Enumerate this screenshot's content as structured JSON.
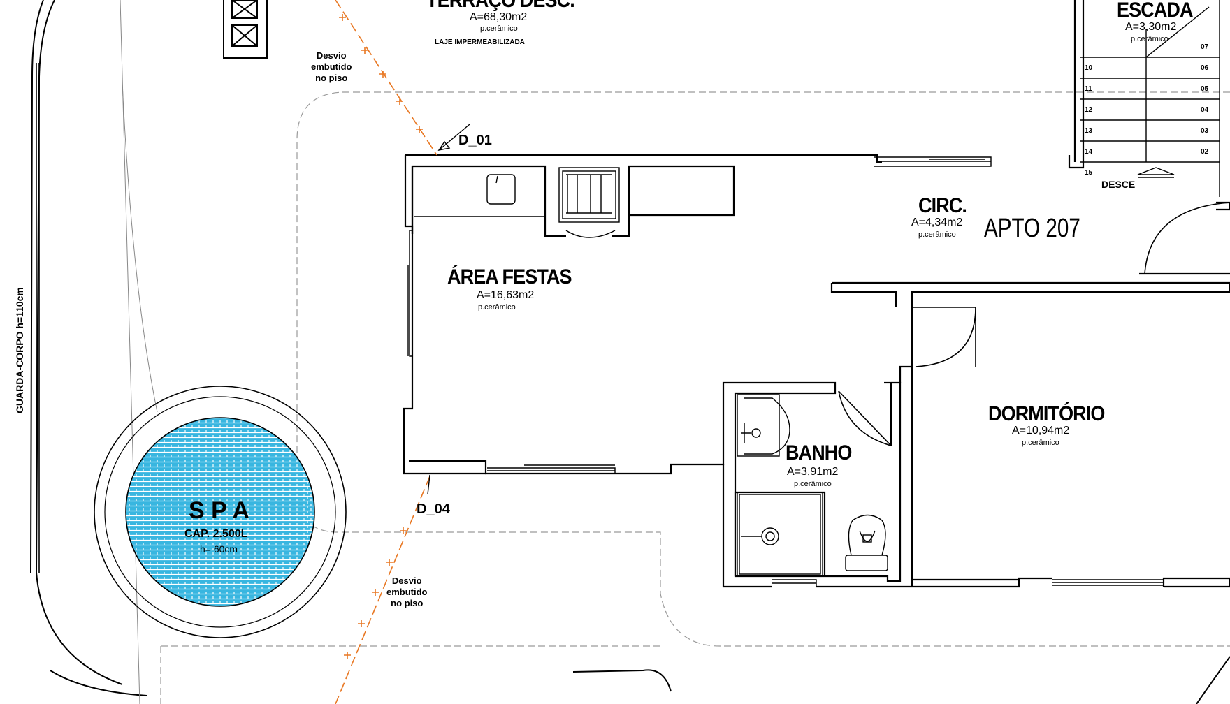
{
  "rooms": {
    "terrace": {
      "title": "TERRAÇO DESC.",
      "area": "A=68,30m2",
      "floor": "p.cerâmico",
      "note": "LAJE IMPERMEABILIZADA"
    },
    "stair": {
      "title": "ESCADA",
      "area": "A=3,30m2",
      "floor": "p.cerâmico",
      "direction": "DESCE",
      "steps_left": [
        "10",
        "11",
        "12",
        "13",
        "14",
        "15"
      ],
      "steps_right": [
        "07",
        "06",
        "05",
        "04",
        "03",
        "02"
      ]
    },
    "circ": {
      "title": "CIRC.",
      "area": "A=4,34m2",
      "floor": "p.cerâmico"
    },
    "apartment": {
      "label": "APTO 207"
    },
    "party": {
      "title": "ÁREA FESTAS",
      "area": "A=16,63m2",
      "floor": "p.cerâmico"
    },
    "bath": {
      "title": "BANHO",
      "area": "A=3,91m2",
      "floor": "p.cerâmico"
    },
    "bedroom": {
      "title": "DORMITÓRIO",
      "area": "A=10,94m2",
      "floor": "p.cerâmico"
    },
    "spa": {
      "title": "S P A",
      "capacity": "CAP. 2.500L",
      "height": "h= 60cm"
    }
  },
  "annotations": {
    "drain_top": {
      "line1": "Desvio",
      "line2": "embutido",
      "line3": "no piso"
    },
    "drain_bottom": {
      "line1": "Desvio",
      "line2": "embutido",
      "line3": "no piso"
    },
    "detail_1": "D_01",
    "detail_4": "D_04",
    "guardrail": "GUARDA-CORPO h=110cm"
  },
  "colors": {
    "line": "#000000",
    "dashed": "#999999",
    "spa_water": "#38b6e0",
    "drain": "#e87722"
  }
}
